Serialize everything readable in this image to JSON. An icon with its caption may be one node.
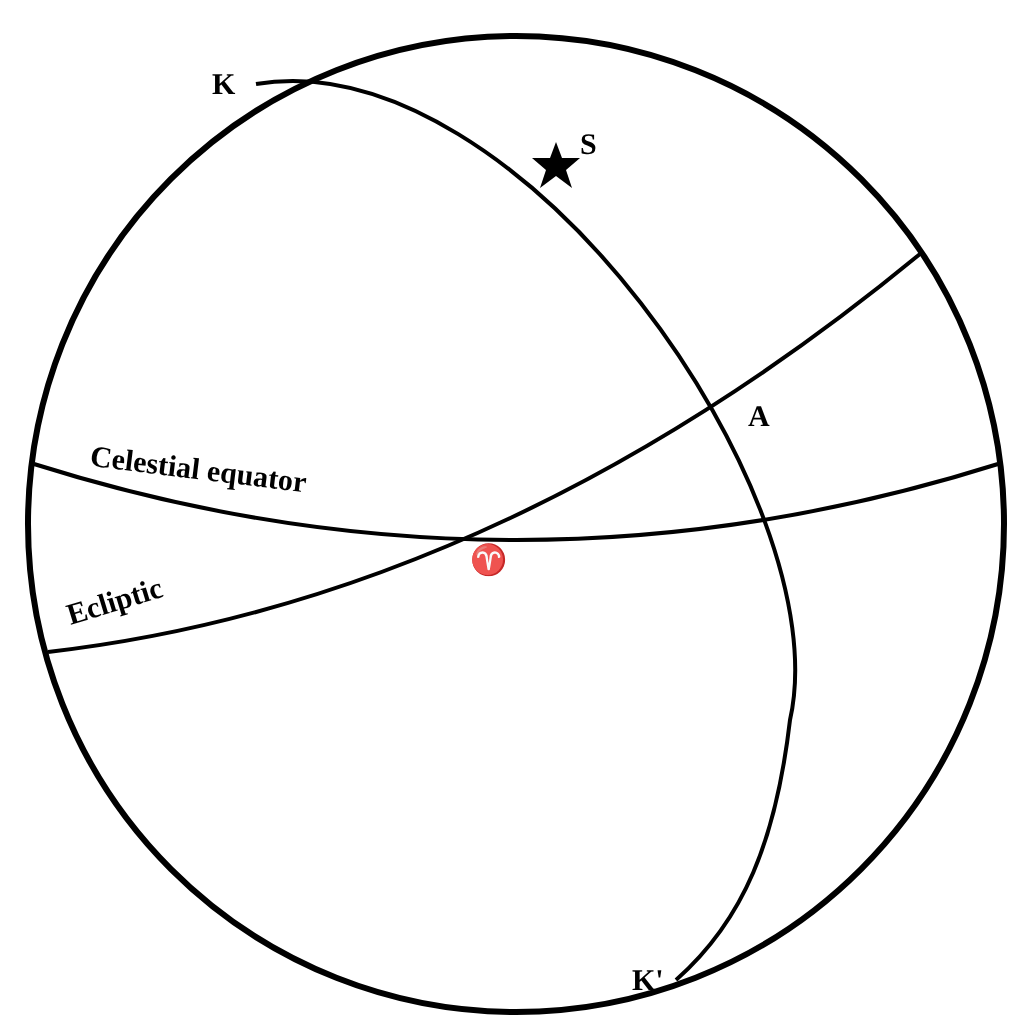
{
  "diagram": {
    "labels": [
      "K",
      "S",
      "A",
      "Celestial equator",
      "Ecliptic",
      "♈",
      "K'"
    ]
  }
}
